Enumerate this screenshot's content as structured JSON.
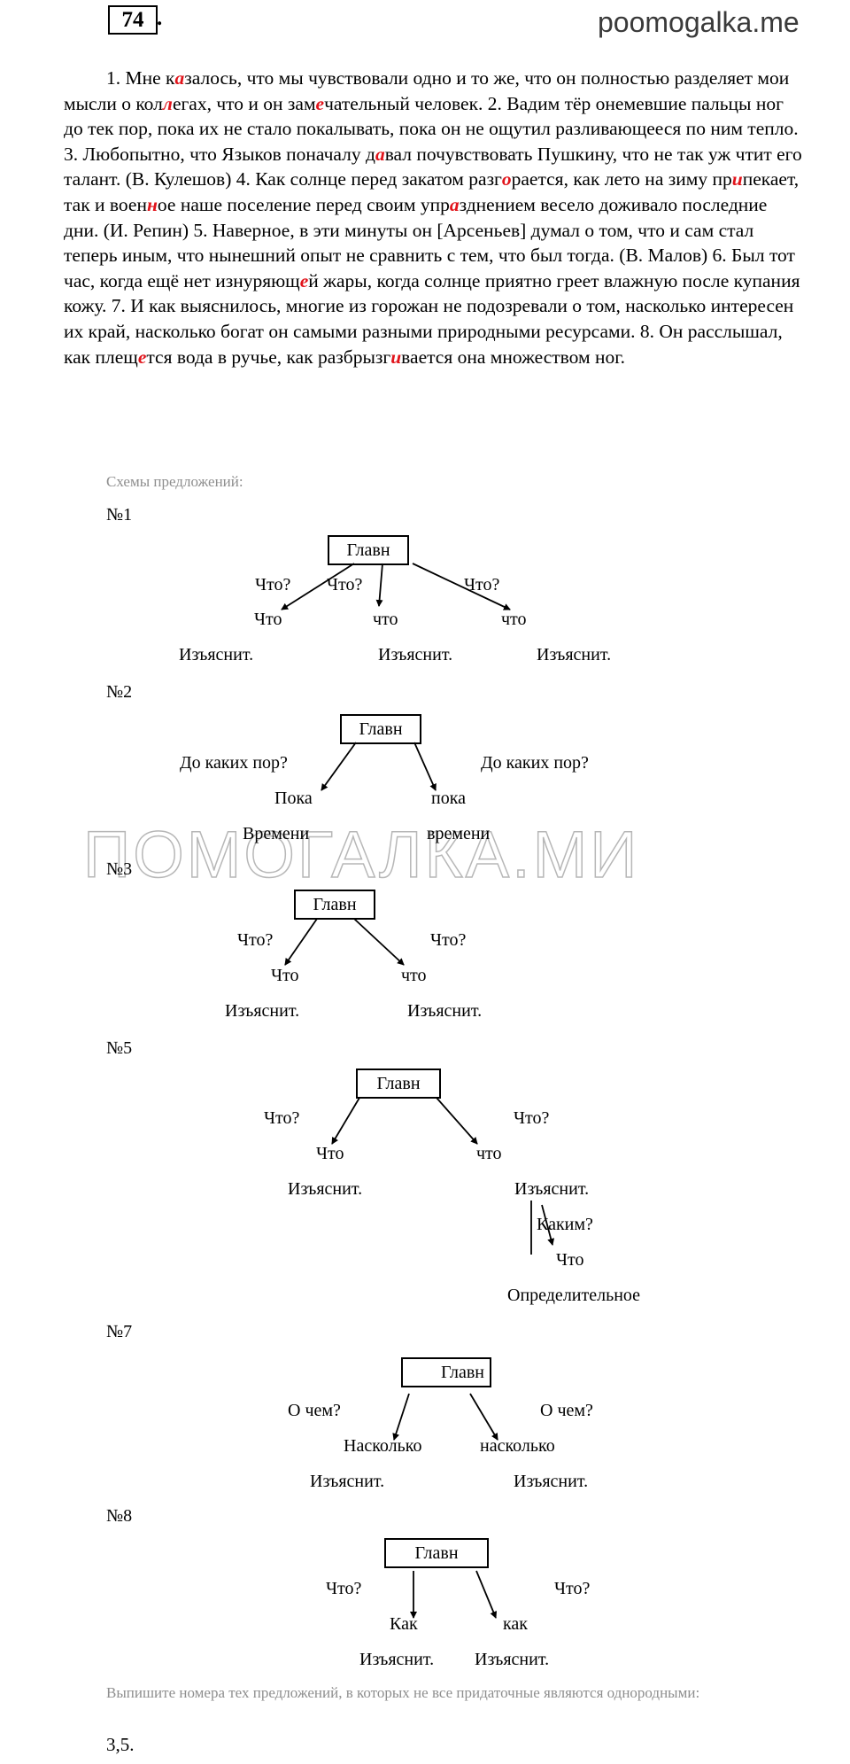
{
  "header": {
    "exercise_number": "74",
    "site": "poomogalka.me"
  },
  "exercise_text": [
    {
      "t": "1. Мне к"
    },
    {
      "t": "а",
      "h": true
    },
    {
      "t": "залось, что мы чувствовали одно и то же, что он полностью разделяет мои мысли о кол"
    },
    {
      "t": "л",
      "h": true
    },
    {
      "t": "егах, что и он зам"
    },
    {
      "t": "е",
      "h": true
    },
    {
      "t": "чательный человек. 2. Вадим тёр онемевшие пальцы ног до тек пор, пока их не стало покалывать, пока он не ощутил разливающееся по ним тепло. 3. Любопытно, что Языков поначалу д"
    },
    {
      "t": "а",
      "h": true
    },
    {
      "t": "вал почувствовать Пушкину, что не так уж чтит его талант. (В. Кулешов) 4. Как солнце перед закатом разг"
    },
    {
      "t": "о",
      "h": true
    },
    {
      "t": "рается, как лето на зиму пр"
    },
    {
      "t": "и",
      "h": true
    },
    {
      "t": "пекает, так и воен"
    },
    {
      "t": "н",
      "h": true
    },
    {
      "t": "ое наше поселение перед своим упр"
    },
    {
      "t": "а",
      "h": true
    },
    {
      "t": "зднением весело доживало последние дни. (И. Репин) 5. Наверное, в эти минуты он [Арсеньев] думал о том, что и сам стал теперь иным, что нынешний опыт не сравнить с тем, что был тогда. (В. Малов) 6. Был тот час, когда ещё нет изнуряющ"
    },
    {
      "t": "е",
      "h": true
    },
    {
      "t": "й жары, когда солнце приятно греет влажную после купания кожу. 7. И как выяснилось, многие из горожан не подозревали о том, насколько интересен их край, насколько богат он самыми разными природными ресурсами. 8. Он расслышал, как плещ"
    },
    {
      "t": "е",
      "h": true
    },
    {
      "t": "тся вода в ручье, как разбрызг"
    },
    {
      "t": "и",
      "h": true
    },
    {
      "t": "вается она множеством ног."
    }
  ],
  "schemes_heading": "Схемы предложений:",
  "watermark": "ПОМОГАЛКА.МИ",
  "schemes": {
    "s1": {
      "label": "№1",
      "main": "Главн",
      "q1": "Что?",
      "q2": "Что?",
      "q3": "Что?",
      "w1": "Что",
      "w2": "что",
      "w3": "что",
      "t1": "Изъяснит.",
      "t2": "Изъяснит.",
      "t3": "Изъяснит."
    },
    "s2": {
      "label": "№2",
      "main": "Главн",
      "q1": "До каких пор?",
      "q2": "До каких пор?",
      "w1": "Пока",
      "w2": "пока",
      "t1": "Времени",
      "t2": "времени"
    },
    "s3": {
      "label": "№3",
      "main": "Главн",
      "q1": "Что?",
      "q2": "Что?",
      "w1": "Что",
      "w2": "что",
      "t1": "Изъяснит.",
      "t2": "Изъяснит."
    },
    "s5": {
      "label": "№5",
      "main": "Главн",
      "q1": "Что?",
      "q2": "Что?",
      "w1": "Что",
      "w2": "что",
      "t1": "Изъяснит.",
      "t2": "Изъяснит.",
      "q3": "Каким?",
      "w3": "Что",
      "t3": "Определительное"
    },
    "s7": {
      "label": "№7",
      "main": "Главн",
      "q1": "О чем?",
      "q2": "О чем?",
      "w1": "Насколько",
      "w2": "насколько",
      "t1": "Изъяснит.",
      "t2": "Изъяснит."
    },
    "s8": {
      "label": "№8",
      "main": "Главн",
      "q1": "Что?",
      "q2": "Что?",
      "w1": "Как",
      "w2": "как",
      "t1": "Изъяснит.",
      "t2": "Изъяснит."
    }
  },
  "task_question": "Выпишите номера тех предложений, в которых не все придаточные являются однородными:",
  "answer": "3,5."
}
